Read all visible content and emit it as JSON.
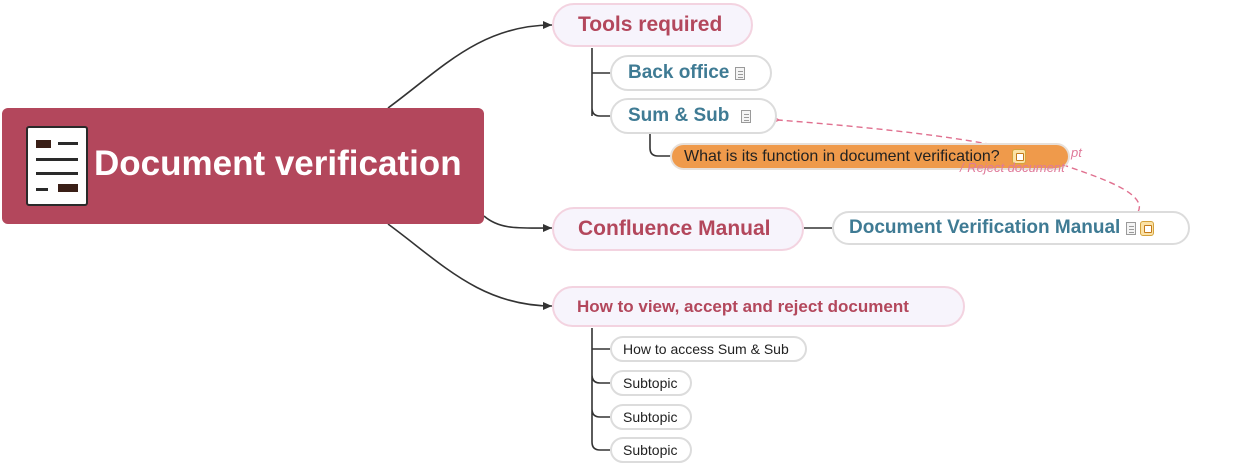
{
  "central": {
    "title": "Document verification",
    "icon": "document-icon"
  },
  "branches": [
    {
      "label": "Tools required",
      "children": [
        {
          "label": "Back office",
          "icon": "note-icon"
        },
        {
          "label": "Sum & Sub",
          "icon": "note-icon"
        }
      ],
      "question": {
        "label": "What is its function in document verification?",
        "icon": "task-icon"
      }
    },
    {
      "label": "Confluence Manual",
      "children": [
        {
          "label": "Document Verification Manual",
          "icons": [
            "note-icon",
            "task-icon"
          ]
        }
      ]
    },
    {
      "label": "How to view, accept and reject document",
      "children": [
        {
          "label": "How to access Sum & Sub"
        },
        {
          "label": "Subtopic"
        },
        {
          "label": "Subtopic"
        },
        {
          "label": "Subtopic"
        }
      ]
    }
  ],
  "relationship": {
    "label_line1": "pt",
    "label_line2": "/ Reject document"
  },
  "colors": {
    "central_bg": "#b3475c",
    "main_topic_text": "#b3475c",
    "sub_topic_text": "#3f7b94",
    "question_bg": "#ef9a4b",
    "relationship_line": "#e0708f"
  }
}
